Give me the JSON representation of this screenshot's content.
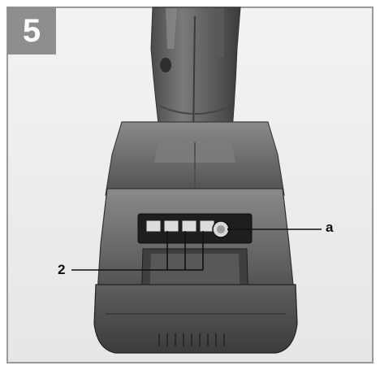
{
  "figure": {
    "number": "5",
    "callouts": {
      "a": "a",
      "two": "2"
    }
  },
  "colors": {
    "badge": "#8e8e8e",
    "frame": "#9a9a9a",
    "body": "#6f6f6f",
    "leader": "#111111"
  },
  "icons": [
    "power-tool-photo",
    "battery-charge-indicator",
    "indicator-button"
  ]
}
